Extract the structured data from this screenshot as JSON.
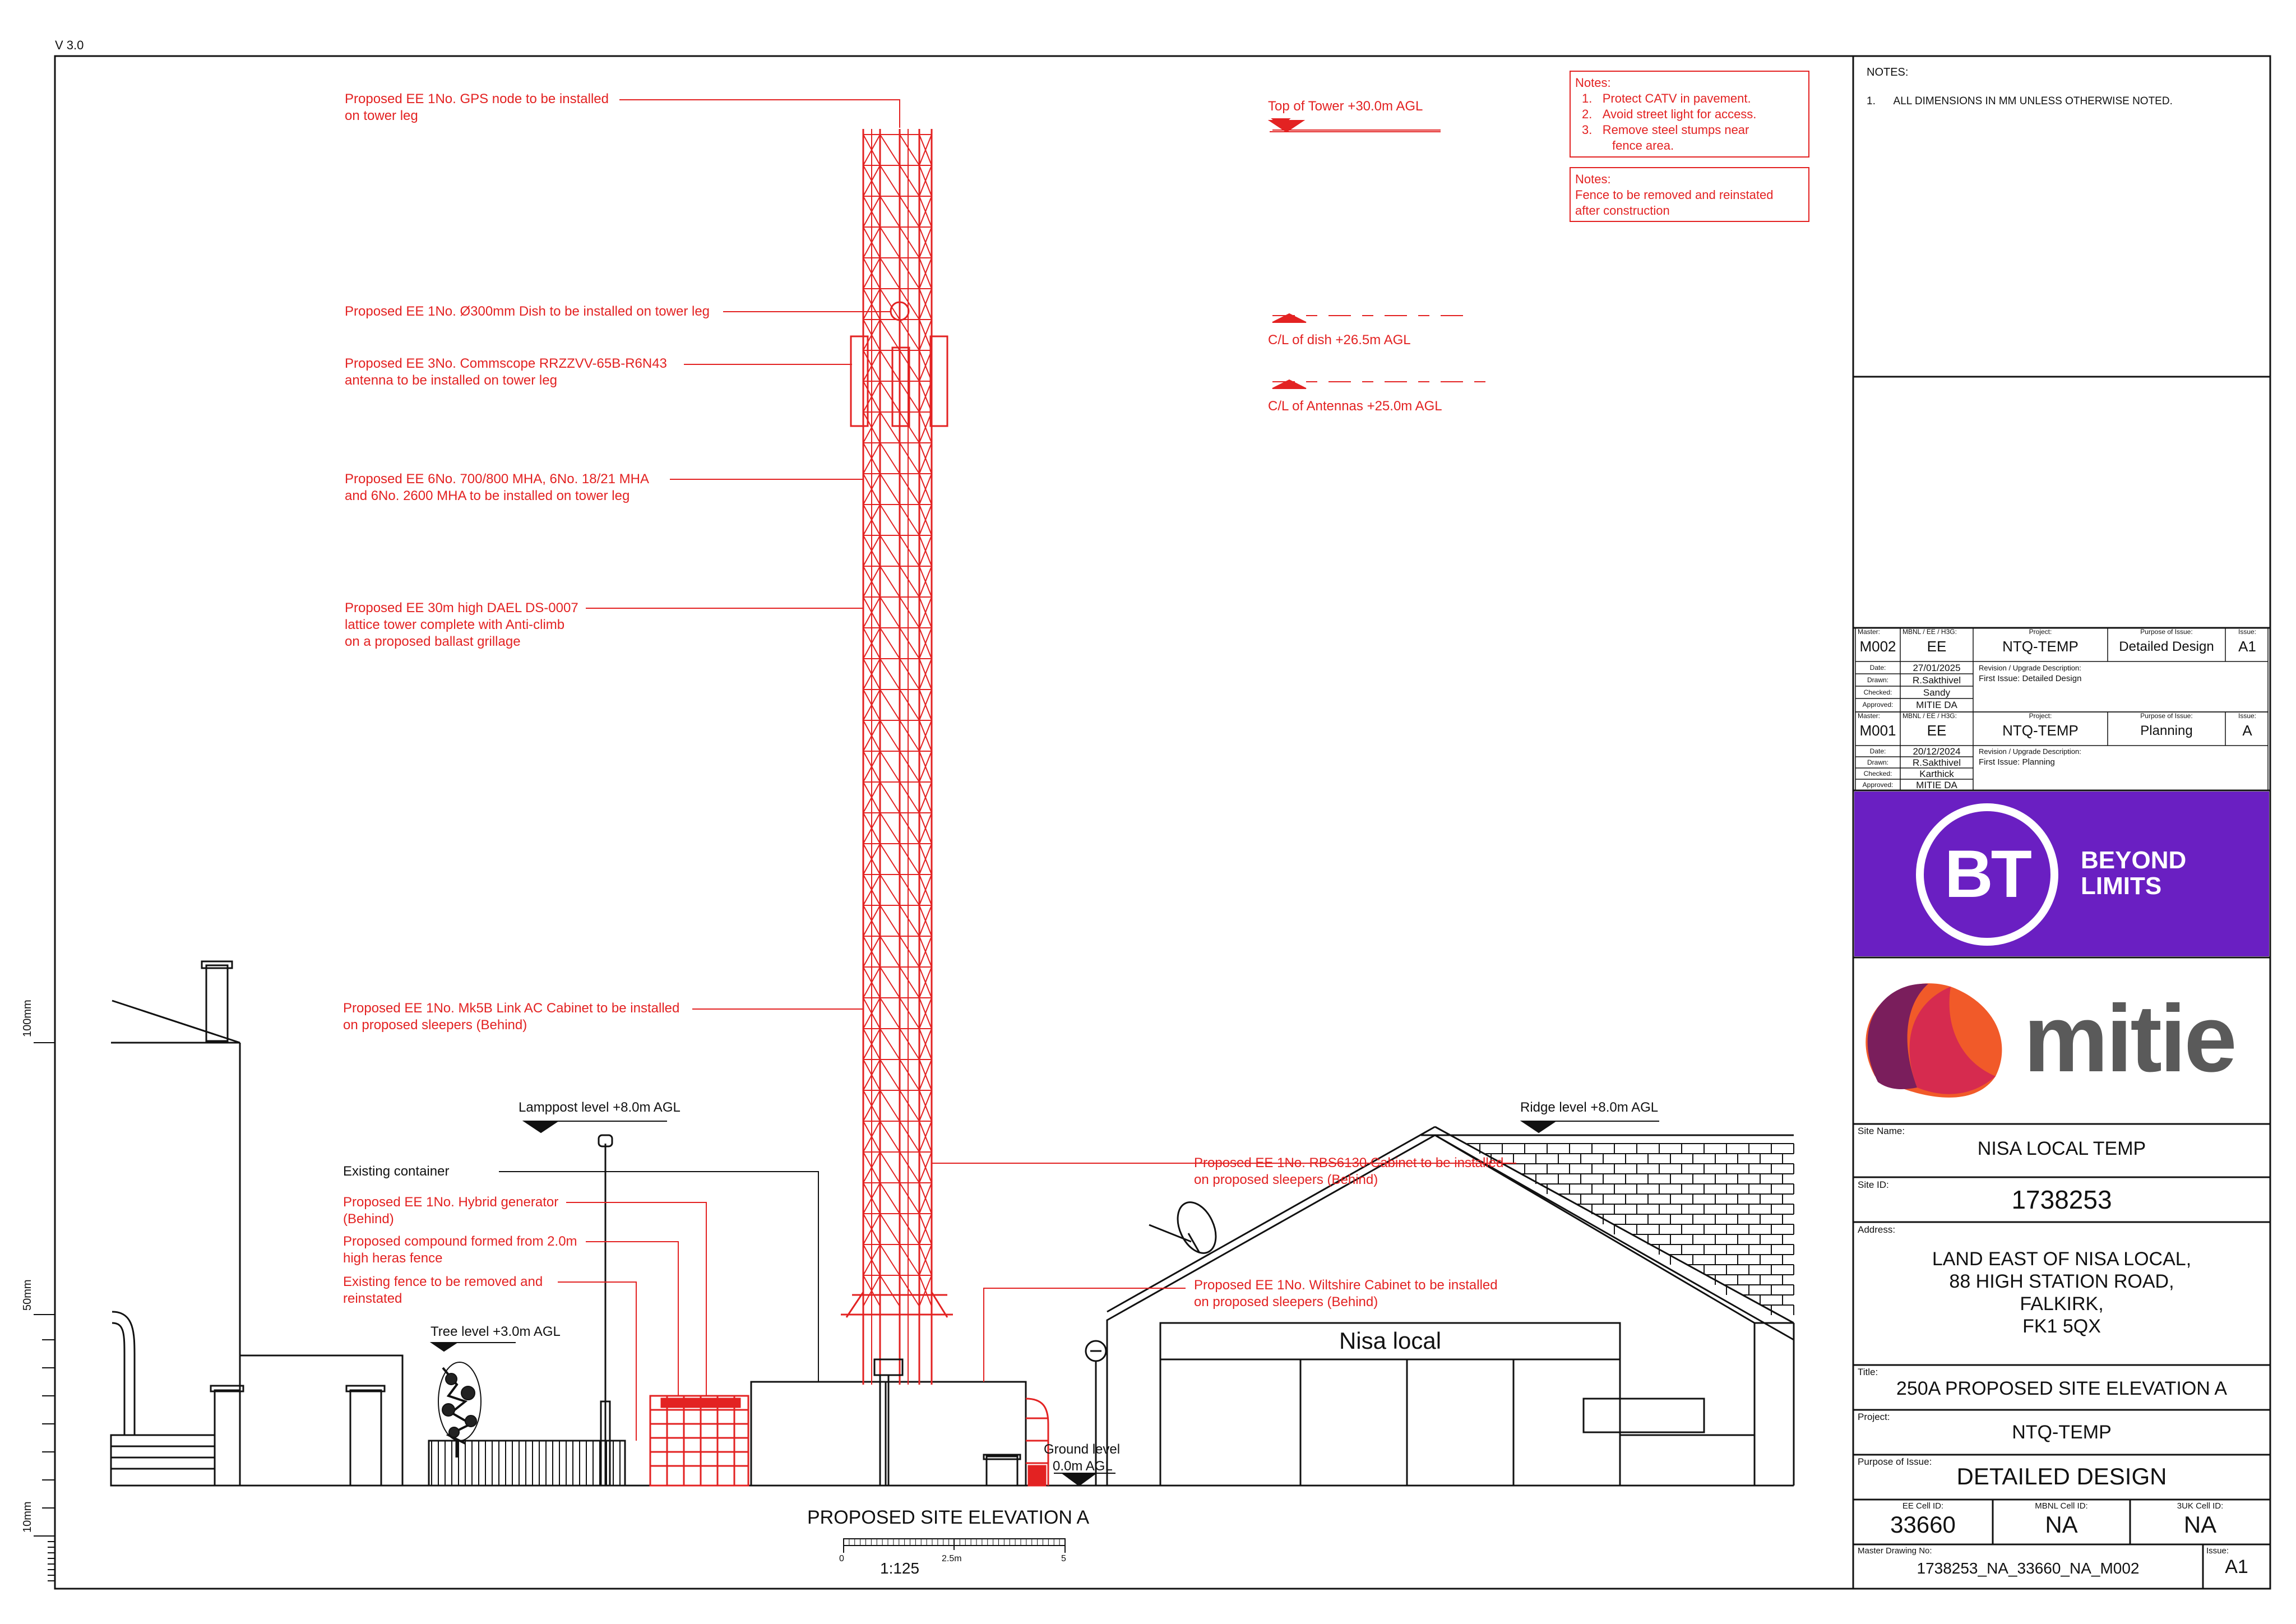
{
  "version": "V 3.0",
  "drawing_title": "PROPOSED SITE ELEVATION A",
  "scale": {
    "ratio": "1:125",
    "ticks": [
      "0",
      "2.5m",
      "5"
    ]
  },
  "side_scale": [
    "100mm",
    "50mm",
    "10mm"
  ],
  "levels": {
    "top_of_tower": "Top of Tower +30.0m AGL",
    "dish": "C/L of dish +26.5m AGL",
    "antennas": "C/L of Antennas +25.0m AGL",
    "lamppost": "Lamppost level +8.0m AGL",
    "ridge": "Ridge level +8.0m AGL",
    "tree": "Tree level +3.0m AGL",
    "ground_1": "Ground level",
    "ground_2": "0.0m AGL"
  },
  "annotations": [
    {
      "lines": [
        "Proposed EE 1No. GPS node to be installed",
        "on tower leg"
      ]
    },
    {
      "lines": [
        "Proposed EE 1No. Ø300mm Dish to be installed on tower leg"
      ]
    },
    {
      "lines": [
        "Proposed EE 3No. Commscope RRZZVV-65B-R6N43",
        "antenna to be installed on tower leg"
      ]
    },
    {
      "lines": [
        "Proposed EE 6No. 700/800 MHA, 6No. 18/21 MHA",
        "and 6No. 2600 MHA to be installed on tower leg"
      ]
    },
    {
      "lines": [
        "Proposed EE 30m high DAEL DS-0007",
        "lattice tower complete with Anti-climb",
        "on a proposed ballast grillage"
      ]
    },
    {
      "lines": [
        "Proposed EE 1No. Mk5B Link AC Cabinet to be installed",
        "on proposed sleepers (Behind)"
      ]
    },
    {
      "lines": [
        "Existing container"
      ]
    },
    {
      "lines": [
        "Proposed EE 1No. Hybrid generator",
        "(Behind)"
      ]
    },
    {
      "lines": [
        "Proposed compound formed from 2.0m",
        "high heras fence"
      ]
    },
    {
      "lines": [
        "Existing fence to be removed and",
        "reinstated"
      ]
    },
    {
      "lines": [
        "Proposed EE 1No. RBS6130 Cabinet to be installed",
        "on proposed sleepers (Behind)"
      ]
    },
    {
      "lines": [
        "Proposed EE 1No. Wiltshire Cabinet to be installed",
        "on proposed sleepers (Behind)"
      ]
    }
  ],
  "shop_sign": "Nisa local",
  "notes_boxes": {
    "box1_title": "Notes:",
    "box1_items": [
      "Protect CATV in pavement.",
      "Avoid street light for access.",
      "Remove steel stumps near",
      "fence area."
    ],
    "box1_numbers": [
      "1.",
      "2.",
      "3."
    ],
    "box2_title": "Notes:",
    "box2_lines": [
      "Fence to be removed and reinstated",
      "after construction"
    ]
  },
  "title_block": {
    "notes_heading": "NOTES:",
    "notes_items": [
      {
        "num": "1.",
        "text": "ALL DIMENSIONS IN MM UNLESS OTHERWISE NOTED."
      }
    ],
    "revision_labels": {
      "master": "Master:",
      "mbnl": "MBNL / EE / H3G:",
      "project": "Project:",
      "purpose": "Purpose of Issue:",
      "issue": "Issue:",
      "date": "Date:",
      "drawn": "Drawn:",
      "checked": "Checked:",
      "approved": "Approved:",
      "rev_desc": "Revision / Upgrade Description:"
    },
    "revisions": [
      {
        "master": "M002",
        "mbnl": "EE",
        "project": "NTQ-TEMP",
        "purpose": "Detailed Design",
        "issue": "A1",
        "date": "27/01/2025",
        "drawn": "R.Sakthivel",
        "checked": "Sandy",
        "approved": "MITIE DA",
        "description": "First Issue: Detailed Design"
      },
      {
        "master": "M001",
        "mbnl": "EE",
        "project": "NTQ-TEMP",
        "purpose": "Planning",
        "issue": "A",
        "date": "20/12/2024",
        "drawn": "R.Sakthivel",
        "checked": "Karthick",
        "approved": "MITIE DA",
        "description": "First Issue: Planning"
      }
    ],
    "bt_logo_text": "BT",
    "bt_tagline_1": "BEYOND",
    "bt_tagline_2": "LIMITS",
    "mitie_logo_text": "mitie",
    "site_name_label": "Site Name:",
    "site_name": "NISA LOCAL TEMP",
    "site_id_label": "Site ID:",
    "site_id": "1738253",
    "address_label": "Address:",
    "address_lines": [
      "LAND EAST OF NISA LOCAL,",
      "88 HIGH STATION ROAD,",
      "FALKIRK,",
      "FK1 5QX"
    ],
    "title_label": "Title:",
    "title": "250A PROPOSED SITE ELEVATION A",
    "project_label": "Project:",
    "project": "NTQ-TEMP",
    "purpose_label": "Purpose of Issue:",
    "purpose": "DETAILED DESIGN",
    "ee_cell_label": "EE Cell ID:",
    "ee_cell": "33660",
    "mbnl_cell_label": "MBNL Cell ID:",
    "mbnl_cell": "NA",
    "uk3_cell_label": "3UK Cell ID:",
    "uk3_cell": "NA",
    "master_drawing_label": "Master Drawing No:",
    "master_drawing": "1738253_NA_33660_NA_M002",
    "issue_label": "Issue:",
    "issue": "A1"
  },
  "colors": {
    "proposed": "#e32222",
    "existing": "#111111",
    "bt_purple": "#6a1fc2",
    "mitie_gray": "#5a5a5a"
  }
}
